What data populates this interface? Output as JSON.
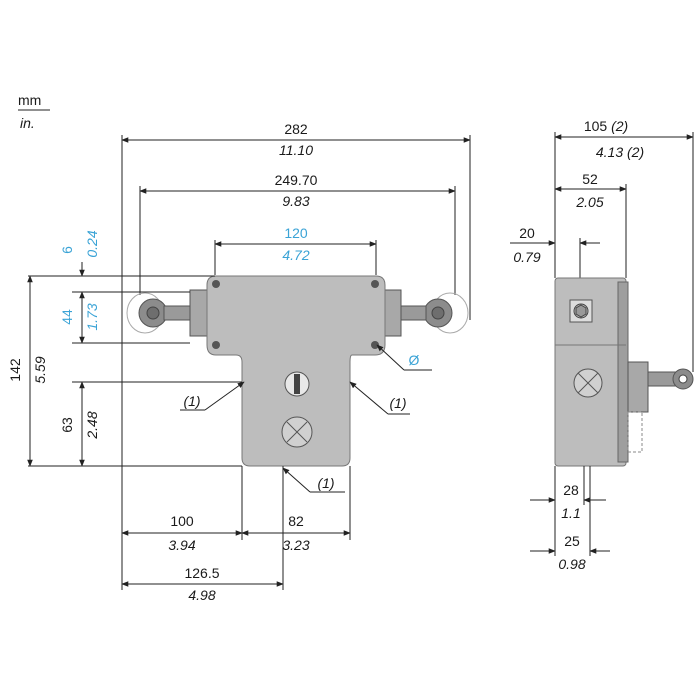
{
  "units": {
    "primary": "mm",
    "secondary": "in."
  },
  "front_view": {
    "overall_width": {
      "mm": "282",
      "in": "11.10"
    },
    "cable_span": {
      "mm": "249.70",
      "in": "9.83"
    },
    "mount_spacing": {
      "mm": "120",
      "in": "4.72"
    },
    "top_offset": {
      "mm": "6",
      "in": "0.24"
    },
    "mount_height": {
      "mm": "44",
      "in": "1.73"
    },
    "total_height": {
      "mm": "142",
      "in": "5.59"
    },
    "lower_height": {
      "mm": "63",
      "in": "2.48"
    },
    "left_offset": {
      "mm": "100",
      "in": "3.94"
    },
    "lower_width": {
      "mm": "82",
      "in": "3.23"
    },
    "center_offset": {
      "mm": "126.5",
      "in": "4.98"
    },
    "diameter_symbol": "Ø",
    "note_left": "(1)",
    "note_right": "(1)",
    "note_bottom": "(1)"
  },
  "side_view": {
    "overall_depth": {
      "mm": "105",
      "in": "4.13",
      "note": "(2)"
    },
    "body_depth": {
      "mm": "52",
      "in": "2.05"
    },
    "top_offset": {
      "mm": "20",
      "in": "0.79"
    },
    "center_28": {
      "mm": "28",
      "in": "1.1"
    },
    "center_25": {
      "mm": "25",
      "in": "0.98"
    }
  },
  "colors": {
    "body": "#bdbdbd",
    "accent": "#3aa3d6",
    "line": "#222222"
  },
  "icons": {
    "emergency_stop": "cross-circle-icon",
    "key_slot": "slot-screw-icon",
    "screw": "screw-icon"
  }
}
